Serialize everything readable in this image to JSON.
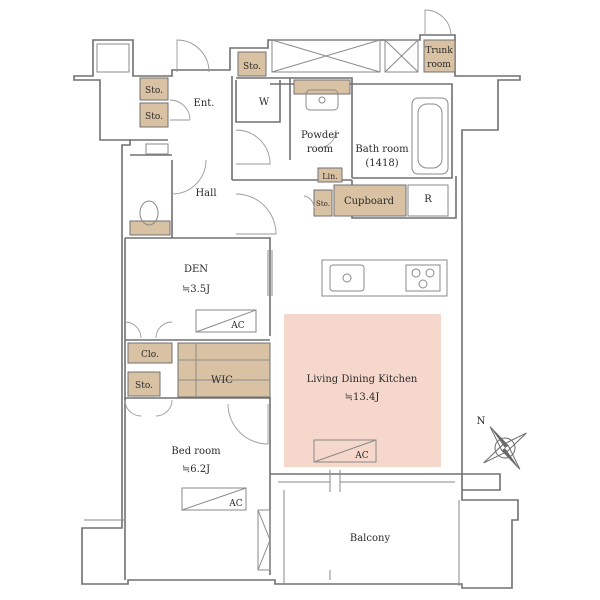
{
  "colors": {
    "storage_fill": "#d9c2a3",
    "ldk_fill": "#f5d7cb",
    "wall": "#707070"
  },
  "rooms": {
    "trunk_room": [
      "Trunk",
      "room"
    ],
    "sto_top": "Sto.",
    "sto_ent_1": "Sto.",
    "sto_ent_2": "Sto.",
    "ent": "Ent.",
    "w": "W",
    "powder_room": [
      "Powder",
      "room"
    ],
    "bath_room": [
      "Bath room",
      "(1418)"
    ],
    "hall": "Hall",
    "lin": "Lin.",
    "sto_small": "Sto.",
    "cupboard": "Cupboard",
    "r": "R",
    "den": [
      "DEN",
      "≒3.5J"
    ],
    "clo": "Clo.",
    "sto_den": "Sto.",
    "wic": "WIC",
    "ldk": [
      "Living Dining Kitchen",
      "≒13.4J"
    ],
    "bedroom": [
      "Bed room",
      "≒6.2J"
    ],
    "balcony": "Balcony"
  },
  "ac_labels": {
    "den": "AC",
    "ldk": "AC",
    "bedroom": "AC"
  },
  "compass": {
    "north_label": "N",
    "icon": "compass-rose-icon"
  }
}
